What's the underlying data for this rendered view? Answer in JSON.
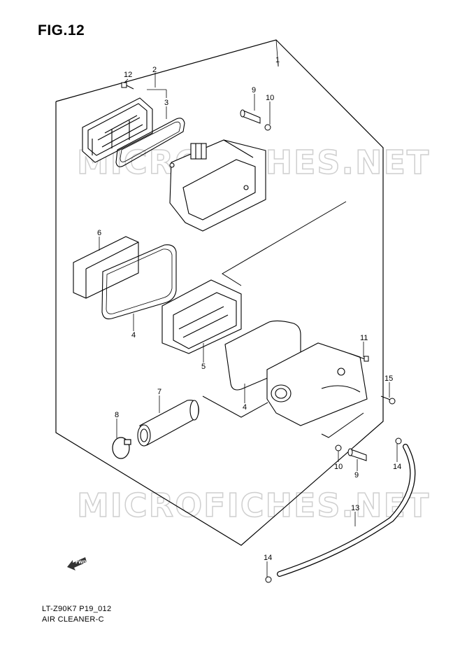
{
  "figure": {
    "title": "FIG.12"
  },
  "caption": {
    "model": "LT-Z90K7 P19_012",
    "section": "AIR CLEANER-C"
  },
  "watermark": {
    "text": "MICROFICHES.NET"
  },
  "direction_marker": {
    "text": "FWD"
  },
  "callouts": [
    {
      "num": "1"
    },
    {
      "num": "2"
    },
    {
      "num": "3"
    },
    {
      "num": "4"
    },
    {
      "num": "4"
    },
    {
      "num": "5"
    },
    {
      "num": "6"
    },
    {
      "num": "7"
    },
    {
      "num": "8"
    },
    {
      "num": "9"
    },
    {
      "num": "9"
    },
    {
      "num": "10"
    },
    {
      "num": "10"
    },
    {
      "num": "11"
    },
    {
      "num": "12"
    },
    {
      "num": "13"
    },
    {
      "num": "14"
    },
    {
      "num": "14"
    },
    {
      "num": "15"
    }
  ]
}
